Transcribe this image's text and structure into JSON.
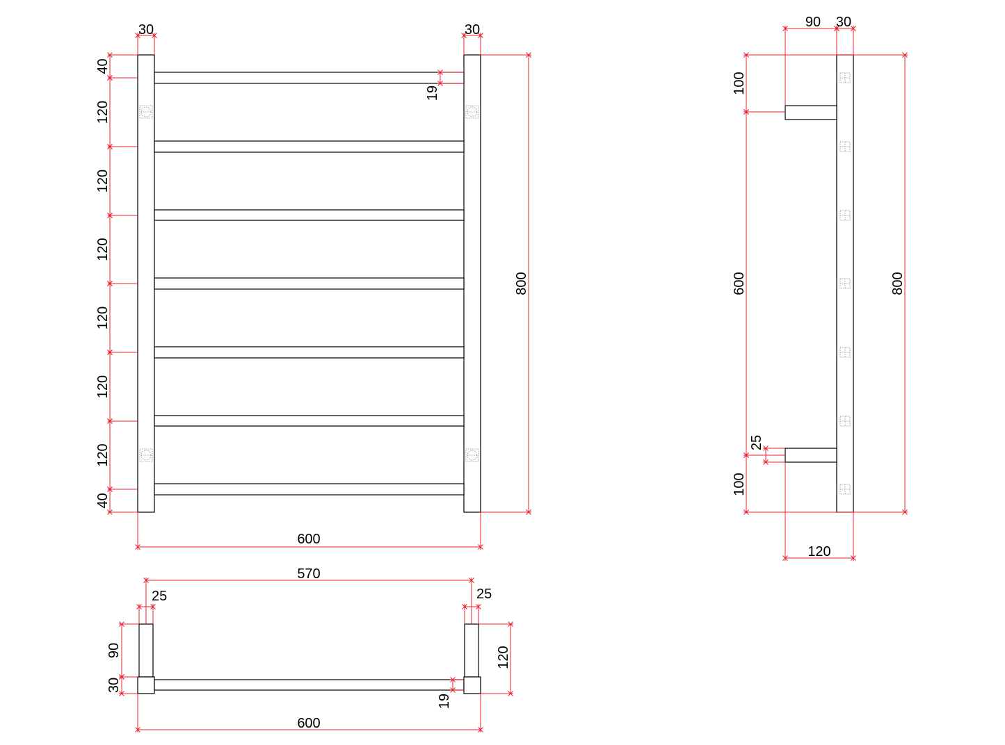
{
  "front_view": {
    "post_width_left": "30",
    "post_width_right": "30",
    "spacing": [
      "40",
      "120",
      "120",
      "120",
      "120",
      "120",
      "120",
      "40"
    ],
    "rail_thickness": "19",
    "overall_height": "800",
    "overall_width": "600"
  },
  "top_view": {
    "centers": "570",
    "bracket_width_left": "25",
    "bracket_width_right": "25",
    "bracket_depth": "90",
    "post_depth": "30",
    "overall_depth": "120",
    "rail_thickness": "19",
    "overall_width": "600"
  },
  "side_view": {
    "bracket_depth": "90",
    "post_depth": "30",
    "top_offset": "100",
    "bracket_centers": "600",
    "bottom_offset": "100",
    "bracket_width": "25",
    "overall_height": "800",
    "overall_depth": "120"
  },
  "colors": {
    "line": "#000000",
    "dimension": "#e8212c",
    "hidden": "#8a8a8a"
  }
}
